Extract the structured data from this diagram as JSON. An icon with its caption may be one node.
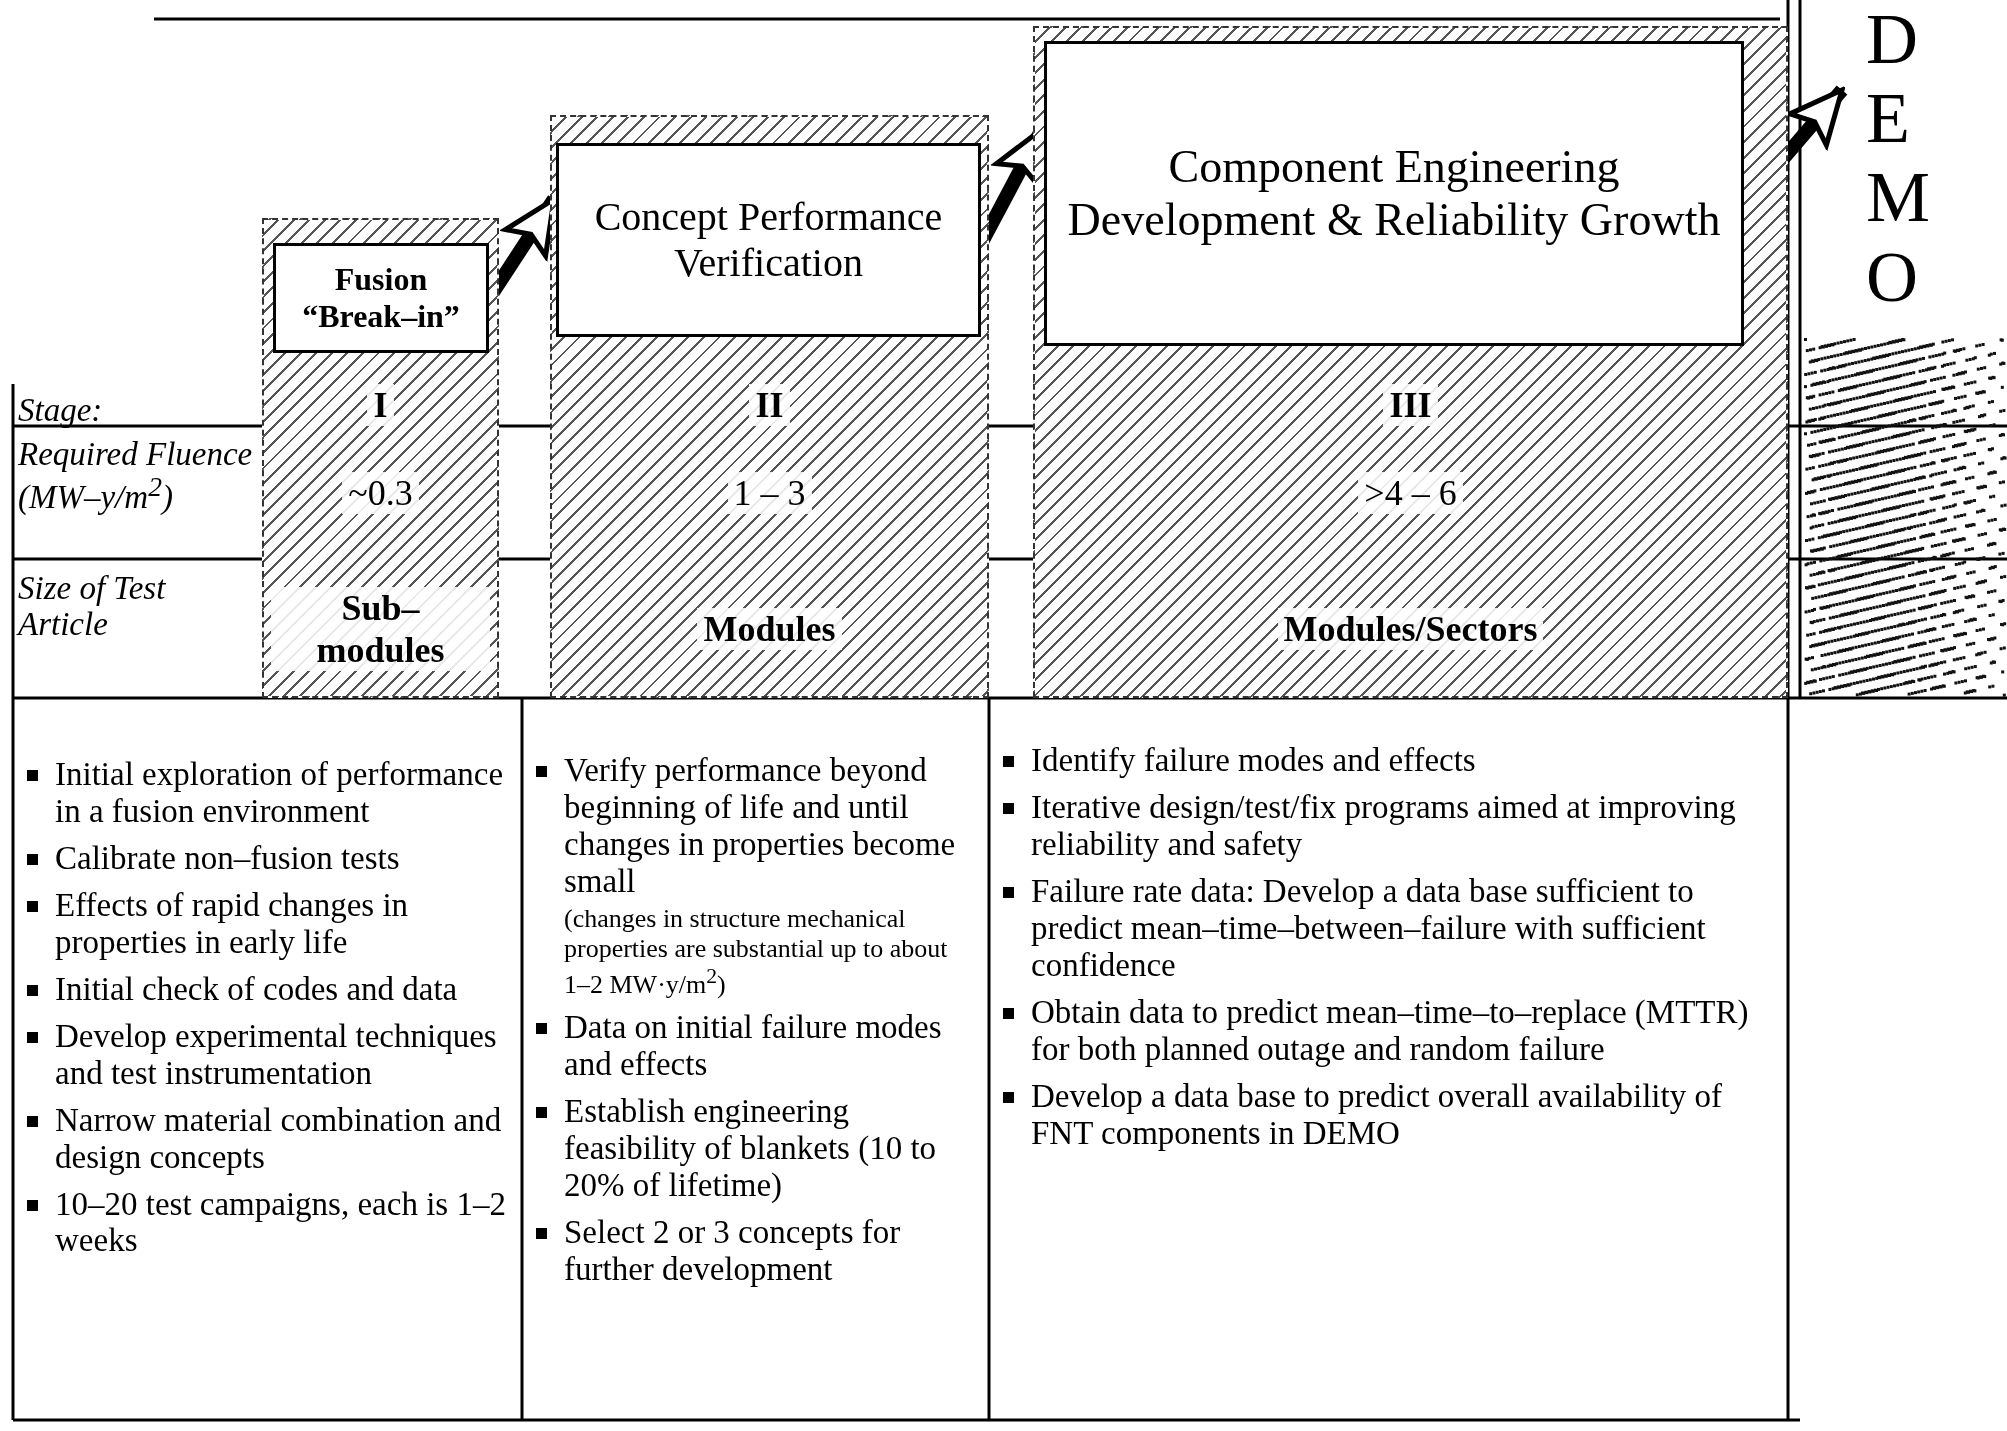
{
  "diagram": {
    "nodes": [
      {
        "text": [
          "I",
          "~0.3",
          "Sub– modules"
        ]
      },
      {
        "text": [
          "Fusion “Break–in”"
        ],
        "in": 0
      },
      {
        "text": [
          "II",
          "1 – 3",
          "Modules"
        ]
      },
      {
        "text": [
          "Concept Performance Verification"
        ],
        "in": 2
      },
      {
        "text": [
          "III",
          ">4 – 6",
          "Modules/Sectors"
        ]
      },
      {
        "text": [
          "Component Engineering Development & Reliability Growth"
        ],
        "in": 4
      },
      {
        "text": [
          "DEMO"
        ]
      }
    ],
    "edges": [
      {
        "from": 1,
        "to": 3,
        "arrow": "to"
      },
      {
        "from": 3,
        "to": 5,
        "arrow": "to"
      },
      {
        "from": 5,
        "to": 6,
        "arrow": "to"
      }
    ],
    "labels": [
      "Stage:",
      "Required Fluence (MW–y/m$^{2}$)",
      "Size of Test Article",
      "Initial exploration of performance in a fusion environment",
      "Calibrate non–fusion tests",
      "Effects of rapid changes in properties in early life",
      "Initial check of codes and data",
      "Develop experimental techniques and test instrumentation",
      "Narrow material combination and design concepts",
      "10–20 test campaigns, each is 1–2 weeks",
      "Verify performance beyond beginning of life and until changes in properties become small",
      "(changes in structure mechanical properties are substantial up to about 1–2 MW·y/m$^{2}$)",
      "Data on initial failure modes and effects",
      "Establish engineering feasibility of blankets (10 to 20% of lifetime)",
      "Select 2 or 3 concepts for further development",
      "Identify failure modes and effects",
      "Iterative design/test/fix programs aimed at improving reliability and safety",
      "Failure rate data: Develop a data base sufficient to predict mean–time–between–failure with sufficient confidence",
      "Obtain data to predict mean–time–to–replace (MTTR) for both planned outage and random failure",
      "Develop a data base to predict overall availability of FNT components in DEMO"
    ]
  }
}
